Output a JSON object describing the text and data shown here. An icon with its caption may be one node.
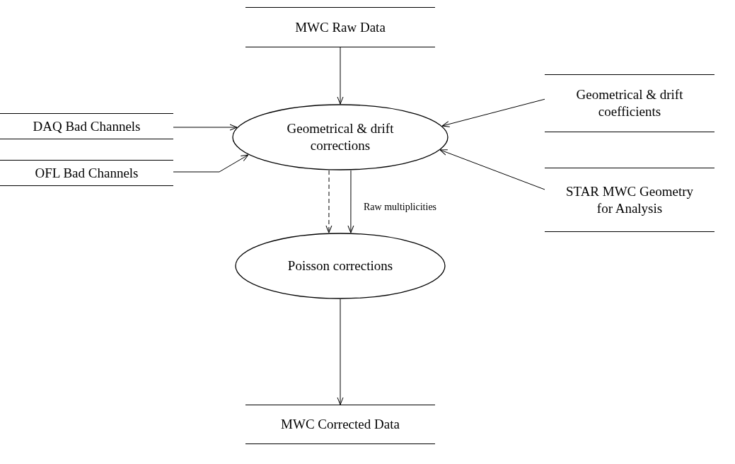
{
  "diagram": {
    "nodes": [
      {
        "text": [
          "MWC Raw Data"
        ]
      },
      {
        "text": [
          "DAQ Bad Channels"
        ]
      },
      {
        "text": [
          "OFL Bad Channels"
        ]
      },
      {
        "text": [
          "Geometrical & drift corrections"
        ]
      },
      {
        "text": [
          "Geometrical & drift coefficients"
        ]
      },
      {
        "text": [
          "STAR MWC Geometry for Analysis"
        ]
      },
      {
        "text": [
          "Poisson corrections"
        ]
      },
      {
        "text": [
          "MWC Corrected Data"
        ]
      }
    ],
    "edges": [
      {
        "from": 0,
        "to": 3,
        "arrow": "to"
      },
      {
        "from": 1,
        "to": 3,
        "arrow": "to"
      },
      {
        "from": 2,
        "to": 3,
        "arrow": "to"
      },
      {
        "from": 4,
        "to": 3,
        "arrow": "to"
      },
      {
        "from": 5,
        "to": 3,
        "arrow": "to"
      },
      {
        "from": 3,
        "to": 6,
        "arrow": "to",
        "style": "dashed"
      },
      {
        "from": 3,
        "to": 6,
        "arrow": "to",
        "label": "Raw multiplicities"
      },
      {
        "from": 6,
        "to": 7,
        "arrow": "to"
      }
    ]
  }
}
